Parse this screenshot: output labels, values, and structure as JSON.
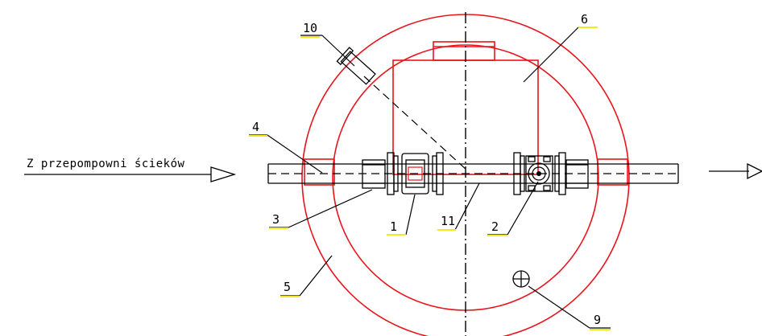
{
  "inlet_caption": "Z przepompowni ścieków",
  "labels": {
    "n1": "1",
    "n2": "2",
    "n3": "3",
    "n4": "4",
    "n5": "5",
    "n6": "6",
    "n9": "9",
    "n10": "10",
    "n11": "11"
  },
  "colors": {
    "outline": "#e8141b",
    "label_underline": "#f2ea1e",
    "drawing": "#000000"
  }
}
